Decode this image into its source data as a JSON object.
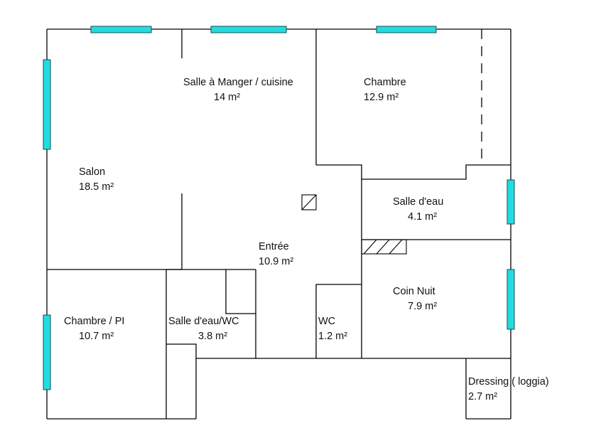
{
  "colors": {
    "wall": "#000000",
    "window": "#22dde0",
    "background": "#ffffff",
    "text": "#111111"
  },
  "rooms": {
    "salle_a_manger": {
      "name": "Salle à Manger / cuisine",
      "area": "14  m²"
    },
    "chambre": {
      "name": "Chambre",
      "area": "12.9  m²"
    },
    "salon": {
      "name": "Salon",
      "area": "18.5  m²"
    },
    "salle_d_eau": {
      "name": "Salle d'eau",
      "area": "4.1  m²"
    },
    "entree": {
      "name": "Entrée",
      "area": "10.9  m²"
    },
    "coin_nuit": {
      "name": "Coin Nuit",
      "area": "7.9  m²"
    },
    "chambre_pi": {
      "name": "Chambre / PI",
      "area": "10.7  m²"
    },
    "salle_d_eau_wc": {
      "name": "Salle d'eau/WC",
      "area": "3.8  m²"
    },
    "wc": {
      "name": "WC",
      "area": "1.2  m²"
    },
    "dressing": {
      "name": "Dressing ( loggia)",
      "area": "2.7  m²"
    }
  }
}
